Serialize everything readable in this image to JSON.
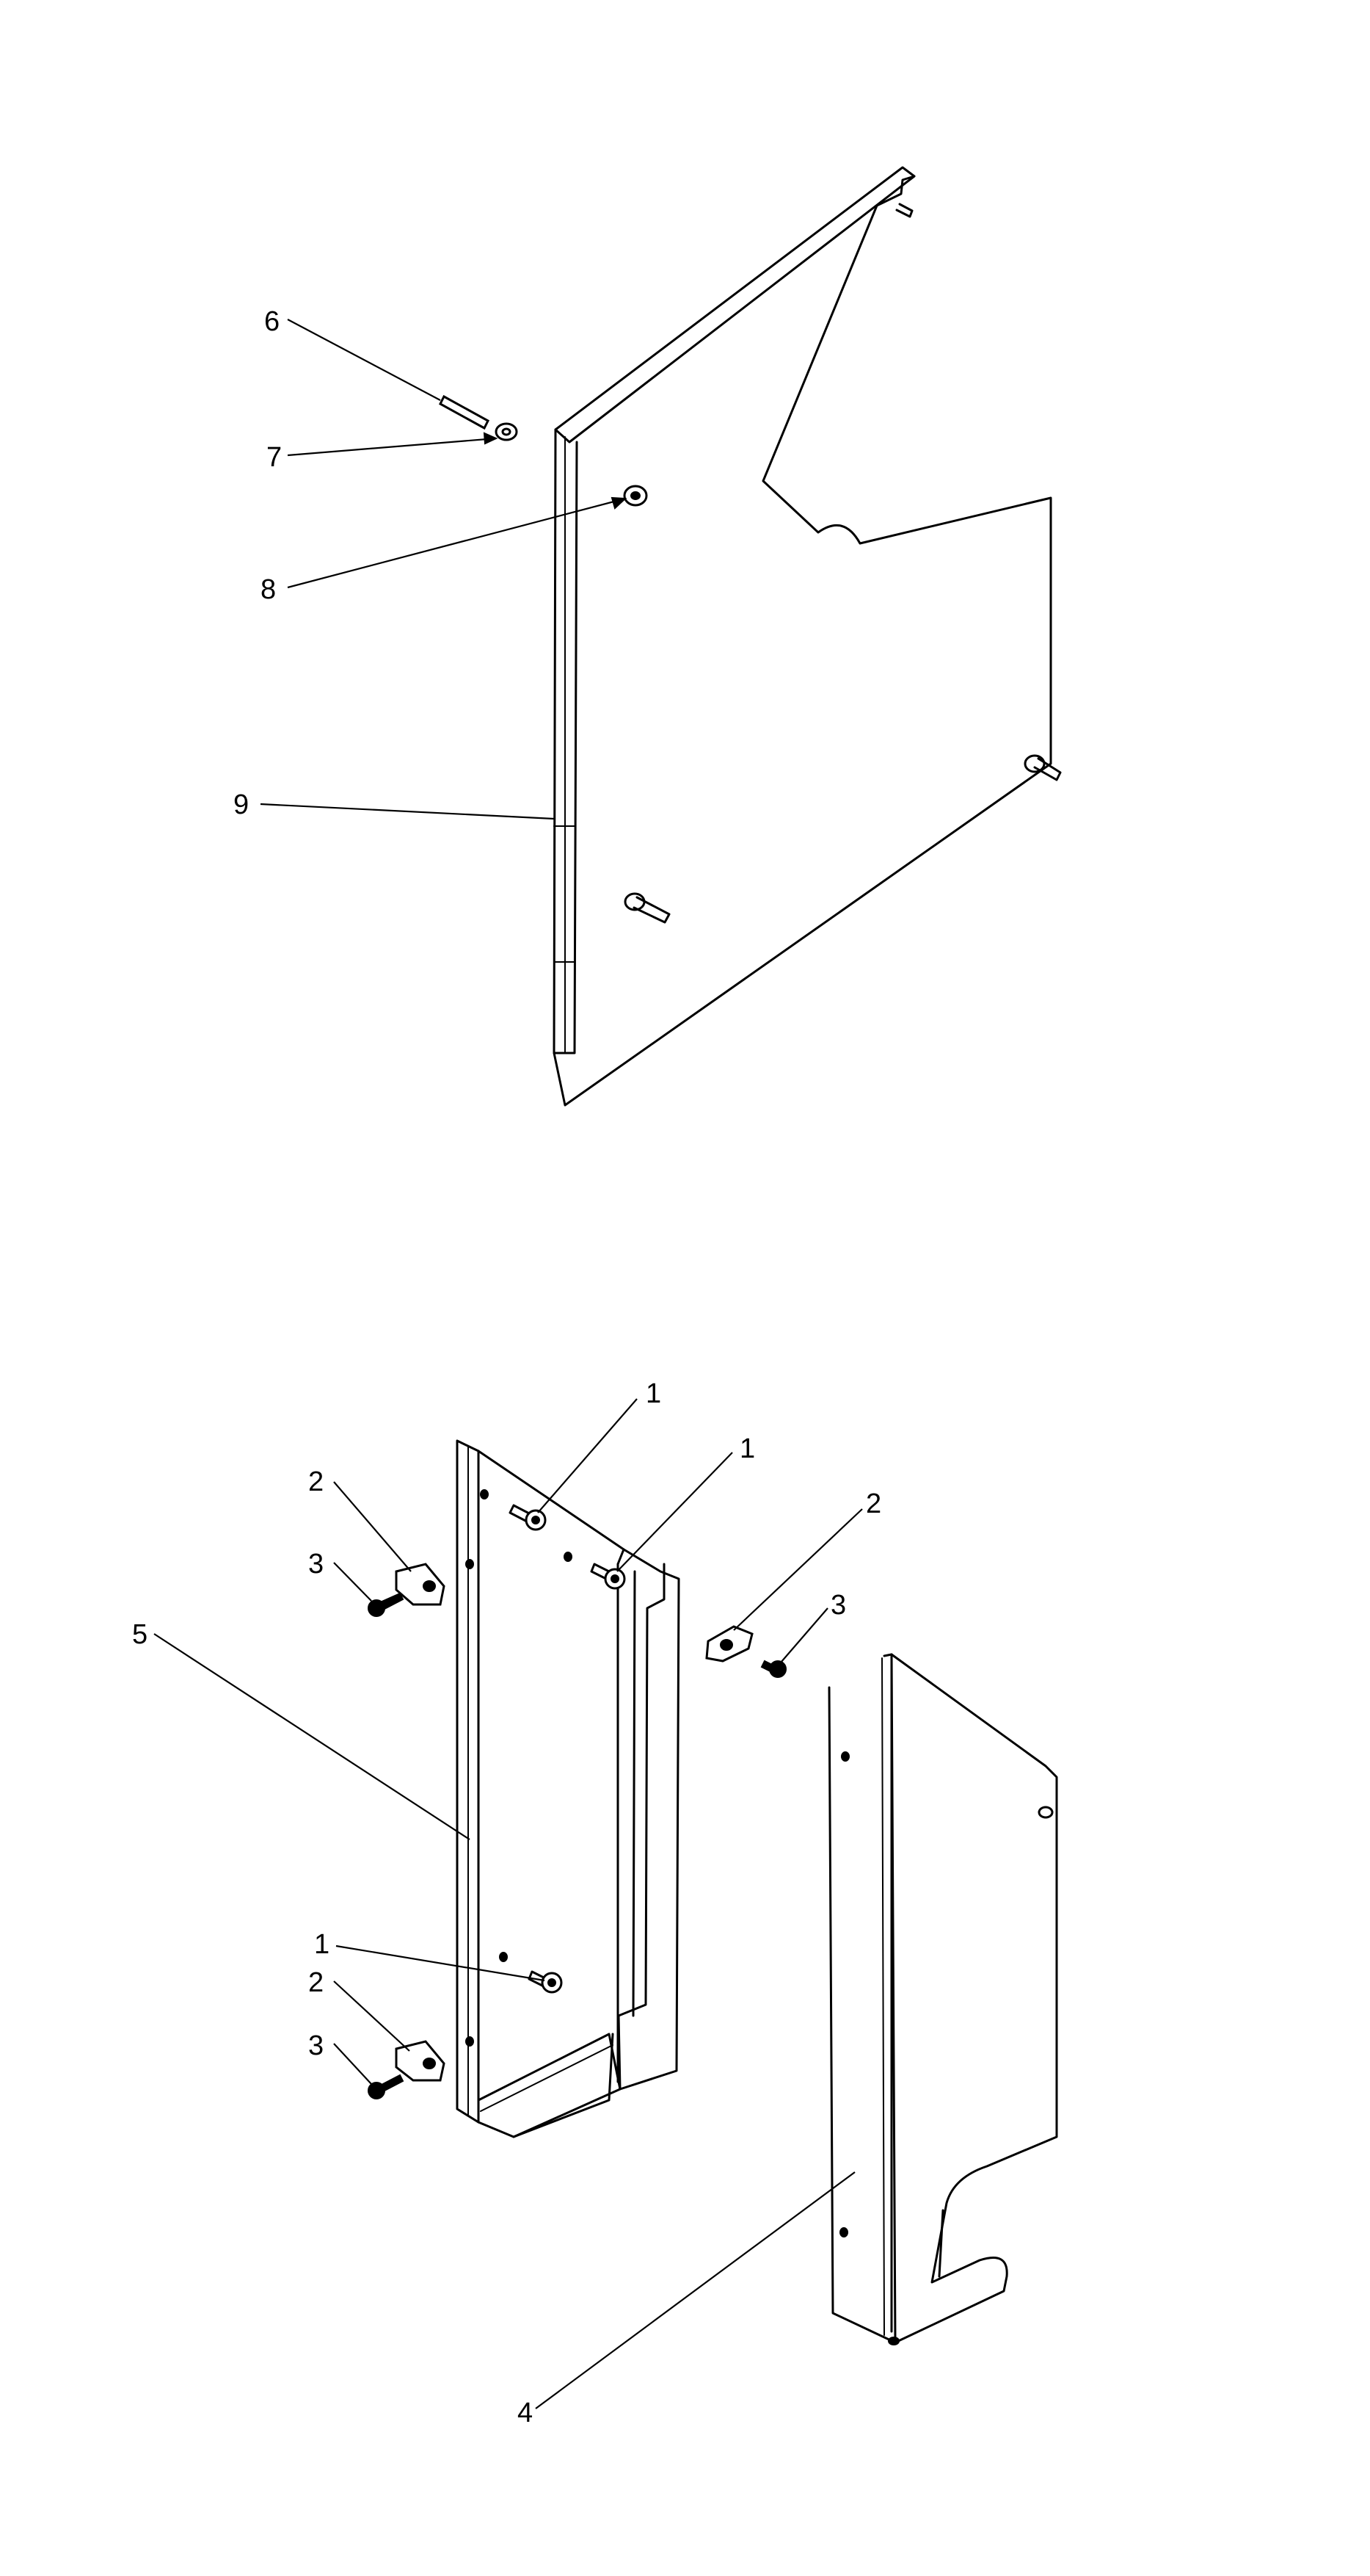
{
  "callouts": {
    "c6": "6",
    "c7": "7",
    "c8": "8",
    "c9": "9",
    "c1a": "1",
    "c1b": "1",
    "c1c": "1",
    "c2a": "2",
    "c2b": "2",
    "c2c": "2",
    "c3a": "3",
    "c3b": "3",
    "c3c": "3",
    "c4": "4",
    "c5": "5"
  }
}
